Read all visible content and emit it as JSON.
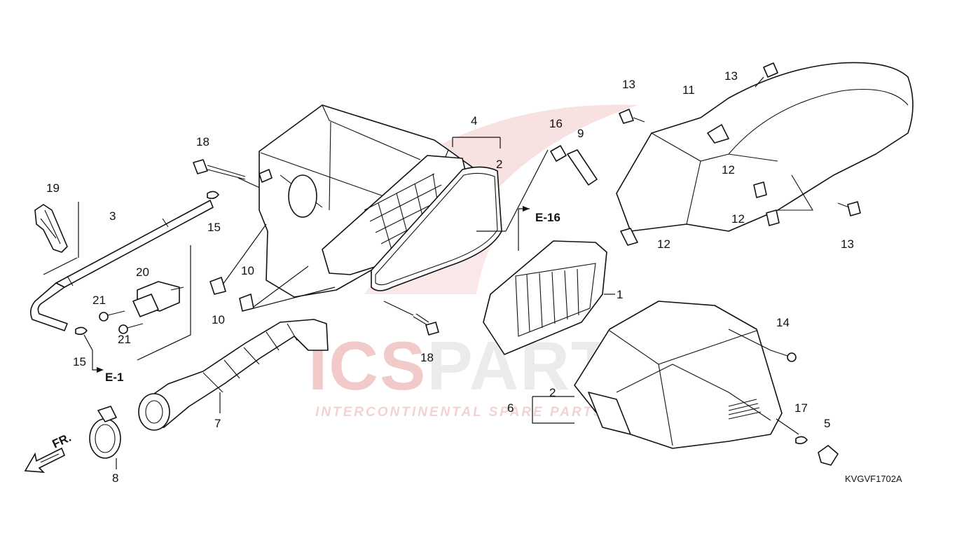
{
  "watermark": {
    "brand_a": "ICS",
    "brand_b": "PARTS",
    "tagline": "INTERCONTINENTAL SPARE PARTS",
    "color_a": "#e06a6a",
    "color_b": "#c9c9c9"
  },
  "callouts": {
    "p1": "1",
    "p2a": "2",
    "p2b": "2",
    "p3": "3",
    "p4": "4",
    "p5": "5",
    "p6": "6",
    "p7": "7",
    "p8": "8",
    "p9": "9",
    "p10a": "10",
    "p10b": "10",
    "p11": "11",
    "p12a": "12",
    "p12b": "12",
    "p12c": "12",
    "p13a": "13",
    "p13b": "13",
    "p13c": "13",
    "p14": "14",
    "p15a": "15",
    "p15b": "15",
    "p16": "16",
    "p17": "17",
    "p18a": "18",
    "p18b": "18",
    "p19": "19",
    "p20": "20",
    "p21a": "21",
    "p21b": "21"
  },
  "refs": {
    "e16": "E-16",
    "e1": "E-1"
  },
  "direction": "FR.",
  "diagram_code": "KVGVF1702A"
}
